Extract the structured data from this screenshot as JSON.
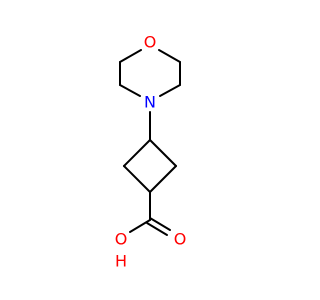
{
  "molecule": {
    "atoms": {
      "ring_oxygen": "O",
      "ring_nitrogen": "N",
      "carbonyl_oxygen": "O",
      "hydroxyl_oxygen": "O",
      "hydroxyl_hydrogen": "H"
    },
    "colors": {
      "bond": "#000000",
      "oxygen": "#ff0000",
      "nitrogen": "#0000ff",
      "background": "#ffffff"
    }
  }
}
